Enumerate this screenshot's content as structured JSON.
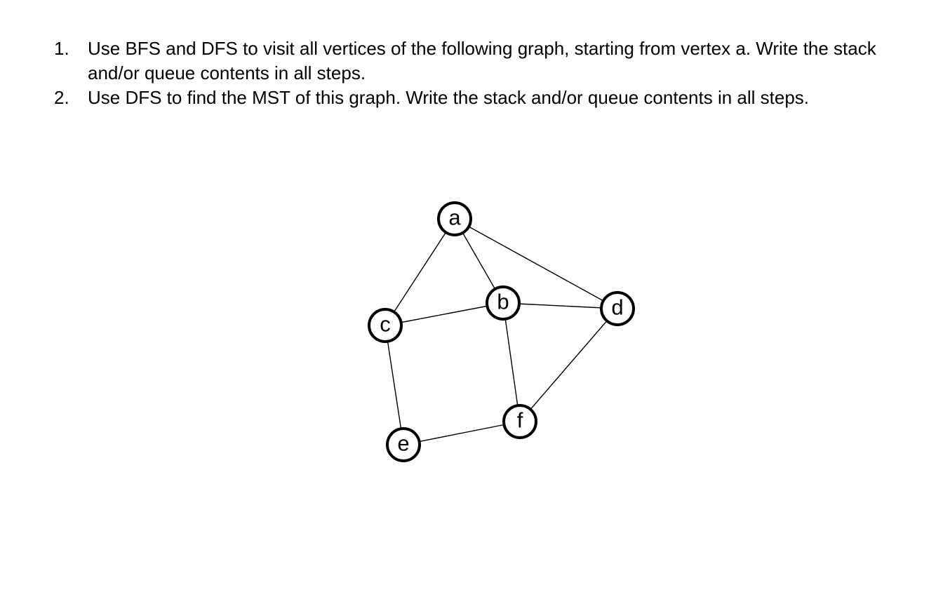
{
  "problems": [
    {
      "number": "1.",
      "text": "Use BFS and DFS to visit all vertices of the following graph, starting from vertex a. Write the stack and/or queue contents in all steps."
    },
    {
      "number": "2.",
      "text": "Use DFS to find the MST of this graph. Write the stack and/or queue contents in all steps."
    }
  ],
  "graph": {
    "nodes": [
      {
        "id": "a",
        "label": "a"
      },
      {
        "id": "b",
        "label": "b"
      },
      {
        "id": "c",
        "label": "c"
      },
      {
        "id": "d",
        "label": "d"
      },
      {
        "id": "e",
        "label": "e"
      },
      {
        "id": "f",
        "label": "f"
      }
    ],
    "edges": [
      [
        "a",
        "b"
      ],
      [
        "a",
        "c"
      ],
      [
        "a",
        "d"
      ],
      [
        "b",
        "c"
      ],
      [
        "b",
        "d"
      ],
      [
        "b",
        "f"
      ],
      [
        "c",
        "e"
      ],
      [
        "d",
        "f"
      ],
      [
        "e",
        "f"
      ]
    ]
  }
}
